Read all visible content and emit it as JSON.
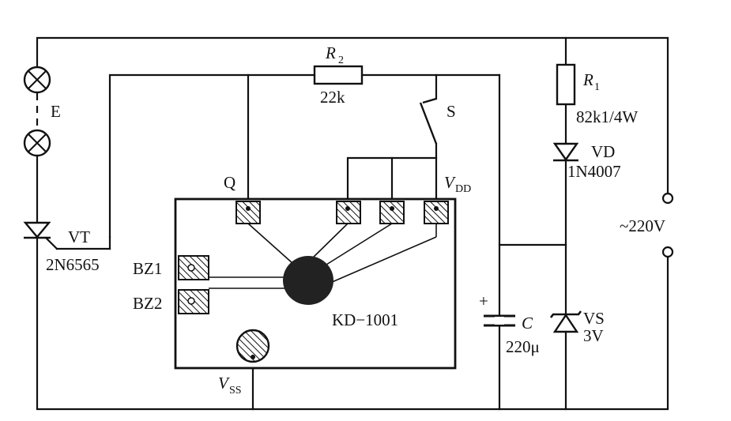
{
  "labels": {
    "lamp": "E",
    "thyristor_name": "VT",
    "thyristor_part": "2N6565",
    "r2_letter": "R",
    "r2_index": "2",
    "r2_value": "22k",
    "switch": "S",
    "pin_q": "Q",
    "vdd_letter": "V",
    "vdd_sub": "DD",
    "bz1": "BZ1",
    "bz2": "BZ2",
    "chip": "KD−1001",
    "vss_letter": "V",
    "vss_sub": "SS",
    "r1_letter": "R",
    "r1_index": "1",
    "r1_value": "82k1/4W",
    "diode_name": "VD",
    "diode_part": "1N4007",
    "supply": "~220V",
    "cap_plus": "+",
    "cap_letter": "C",
    "cap_value": "220μ",
    "zener_name": "VS",
    "zener_value": "3V"
  }
}
